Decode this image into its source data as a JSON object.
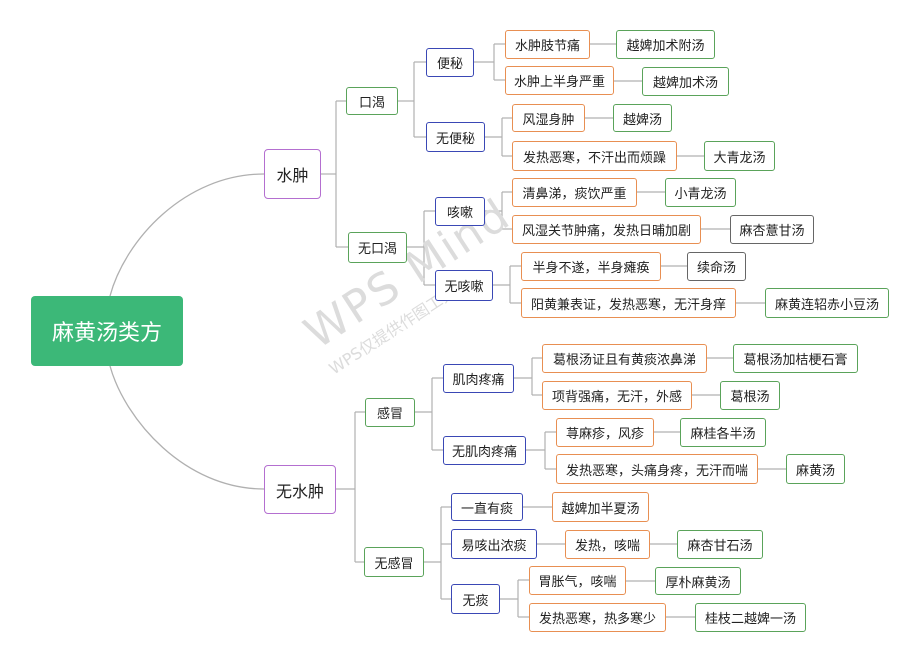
{
  "root": "麻黄汤类方",
  "branches": {
    "swelling": {
      "label": "水肿",
      "thirst": {
        "label": "口渴",
        "constipation": {
          "label": "便秘",
          "items": [
            {
              "symptom": "水肿肢节痛",
              "formula": "越婢加术附汤"
            },
            {
              "symptom": "水肿上半身严重",
              "formula": "越婢加术汤"
            }
          ]
        },
        "no_constipation": {
          "label": "无便秘",
          "items": [
            {
              "symptom": "风湿身肿",
              "formula": "越婢汤"
            },
            {
              "symptom": "发热恶寒，不汗出而烦躁",
              "formula": "大青龙汤"
            }
          ]
        }
      },
      "no_thirst": {
        "label": "无口渴",
        "cough": {
          "label": "咳嗽",
          "items": [
            {
              "symptom": "清鼻涕，痰饮严重",
              "formula": "小青龙汤"
            },
            {
              "symptom": "风湿关节肿痛，发热日晡加剧",
              "formula": "麻杏薏甘汤"
            }
          ]
        },
        "no_cough": {
          "label": "无咳嗽",
          "items": [
            {
              "symptom": "半身不遂，半身瘫痪",
              "formula": "续命汤"
            },
            {
              "symptom": "阳黄兼表证，发热恶寒，无汗身痒",
              "formula": "麻黄连轺赤小豆汤"
            }
          ]
        }
      }
    },
    "no_swelling": {
      "label": "无水肿",
      "cold": {
        "label": "感冒",
        "muscle_pain": {
          "label": "肌肉疼痛",
          "items": [
            {
              "symptom": "葛根汤证且有黄痰浓鼻涕",
              "formula": "葛根汤加桔梗石膏"
            },
            {
              "symptom": "项背强痛，无汗，外感",
              "formula": "葛根汤"
            }
          ]
        },
        "no_muscle_pain": {
          "label": "无肌肉疼痛",
          "items": [
            {
              "symptom": "荨麻疹，风疹",
              "formula": "麻桂各半汤"
            },
            {
              "symptom": "发热恶寒，头痛身疼，无汗而喘",
              "formula": "麻黄汤"
            }
          ]
        }
      },
      "no_cold": {
        "label": "无感冒",
        "persistent_phlegm": {
          "label": "一直有痰",
          "items": [
            {
              "symptom": "越婢加半夏汤"
            }
          ]
        },
        "thick_phlegm": {
          "label": "易咳出浓痰",
          "items": [
            {
              "symptom": "发热，咳喘",
              "formula": "麻杏甘石汤"
            }
          ]
        },
        "no_phlegm": {
          "label": "无痰",
          "items": [
            {
              "symptom": "胃胀气，咳喘",
              "formula": "厚朴麻黄汤"
            },
            {
              "symptom": "发热恶寒，热多寒少",
              "formula": "桂枝二越婢一汤"
            }
          ]
        }
      }
    }
  },
  "watermark": {
    "main": "WPS Mind",
    "sub": "WPS仅提供作图工具"
  },
  "colors": {
    "root_fill": "#3cb878",
    "level1_border": "#b46fd0",
    "level2_border": "#5aa35a",
    "level3_border": "#3a48b5",
    "symptom_border": "#e88f52",
    "formula_border": "#5aa35a",
    "formula_gray_border": "#666666",
    "link": "#b0b0b0"
  }
}
